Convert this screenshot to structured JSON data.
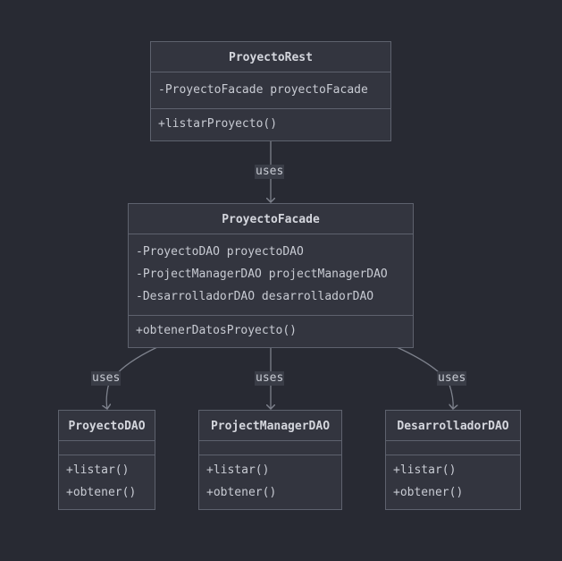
{
  "edges": {
    "rest_to_facade": "uses",
    "facade_to_proyecto_dao": "uses",
    "facade_to_pm_dao": "uses",
    "facade_to_dev_dao": "uses"
  },
  "classes": {
    "proyecto_rest": {
      "name": "ProyectoRest",
      "attributes": [
        "-ProyectoFacade proyectoFacade"
      ],
      "methods": [
        "+listarProyecto()"
      ]
    },
    "proyecto_facade": {
      "name": "ProyectoFacade",
      "attributes": [
        "-ProyectoDAO proyectoDAO",
        "-ProjectManagerDAO projectManagerDAO",
        "-DesarrolladorDAO desarrolladorDAO"
      ],
      "methods": [
        "+obtenerDatosProyecto()"
      ]
    },
    "proyecto_dao": {
      "name": "ProyectoDAO",
      "attributes": [],
      "methods": [
        "+listar()",
        "+obtener()"
      ]
    },
    "project_manager_dao": {
      "name": "ProjectManagerDAO",
      "attributes": [],
      "methods": [
        "+listar()",
        "+obtener()"
      ]
    },
    "desarrollador_dao": {
      "name": "DesarrolladorDAO",
      "attributes": [],
      "methods": [
        "+listar()",
        "+obtener()"
      ]
    }
  }
}
